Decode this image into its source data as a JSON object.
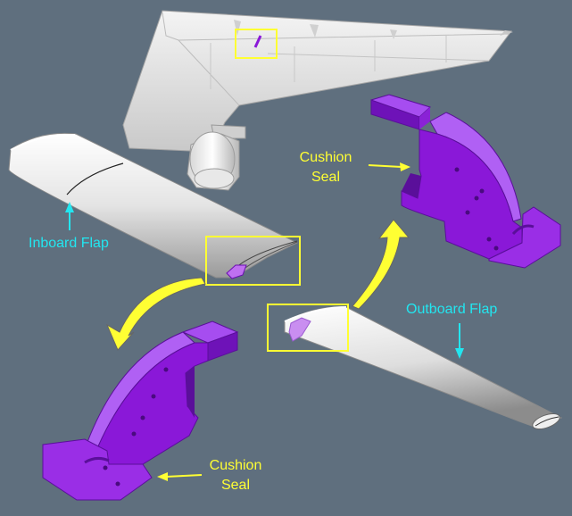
{
  "labels": {
    "cushion_seal_top_line1": "Cushion",
    "cushion_seal_top_line2": "Seal",
    "inboard_flap": "Inboard Flap",
    "outboard_flap": "Outboard Flap",
    "cushion_seal_bottom_line1": "Cushion",
    "cushion_seal_bottom_line2": "Seal"
  },
  "colors": {
    "background": "#5f6f7e",
    "seal_purple": "#8a18d8",
    "callout_yellow": "#ffff33",
    "label_cyan": "#22e6f0",
    "flap_silver": "#e6e6e6"
  }
}
